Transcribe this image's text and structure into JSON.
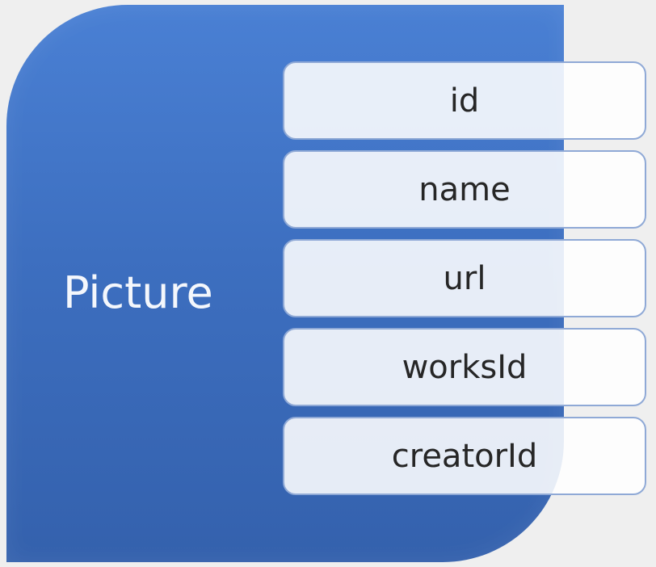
{
  "entity": {
    "name": "Picture"
  },
  "fields": [
    {
      "label": "id"
    },
    {
      "label": "name"
    },
    {
      "label": "url"
    },
    {
      "label": "worksId"
    },
    {
      "label": "creatorId"
    }
  ]
}
